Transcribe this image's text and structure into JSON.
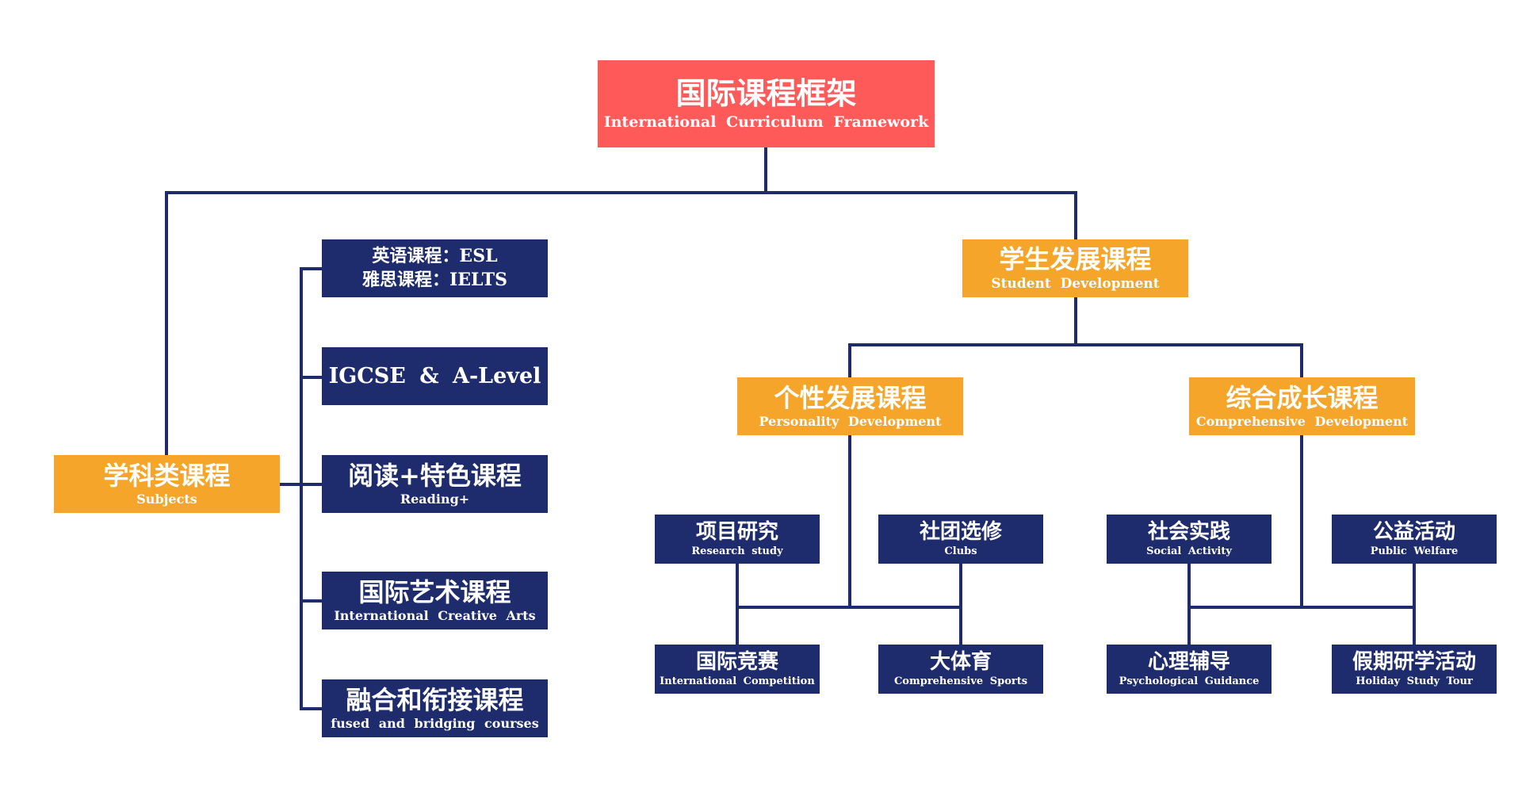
{
  "colors": {
    "root": "#ff5a5a",
    "branch": "#f4a52a",
    "leaf": "#1e2c6e",
    "line": "#1e2c6e",
    "text": "#ffffff"
  },
  "root": {
    "title": "国际课程框架",
    "subtitle": "International Curriculum Framework"
  },
  "subjects": {
    "title": "学科类课程",
    "subtitle": "Subjects",
    "items": [
      {
        "title": "英语课程：ESL",
        "subtitle": "雅思课程：IELTS"
      },
      {
        "title": "IGCSE & A-Level"
      },
      {
        "title": "阅读+特色课程",
        "subtitle": "Reading+"
      },
      {
        "title": "国际艺术课程",
        "subtitle": "International Creative Arts"
      },
      {
        "title": "融合和衔接课程",
        "subtitle": "fused and bridging courses"
      }
    ]
  },
  "student": {
    "title": "学生发展课程",
    "subtitle": "Student Development",
    "personality": {
      "title": "个性发展课程",
      "subtitle": "Personality Development",
      "items": [
        {
          "title": "项目研究",
          "subtitle": "Research study"
        },
        {
          "title": "社团选修",
          "subtitle": "Clubs"
        },
        {
          "title": "国际竞赛",
          "subtitle": "International Competition"
        },
        {
          "title": "大体育",
          "subtitle": "Comprehensive Sports"
        }
      ]
    },
    "comprehensive": {
      "title": "综合成长课程",
      "subtitle": "Comprehensive Development",
      "items": [
        {
          "title": "社会实践",
          "subtitle": "Social Activity"
        },
        {
          "title": "公益活动",
          "subtitle": "Public Welfare"
        },
        {
          "title": "心理辅导",
          "subtitle": "Psychological Guidance"
        },
        {
          "title": "假期研学活动",
          "subtitle": "Holiday Study Tour"
        }
      ]
    }
  }
}
